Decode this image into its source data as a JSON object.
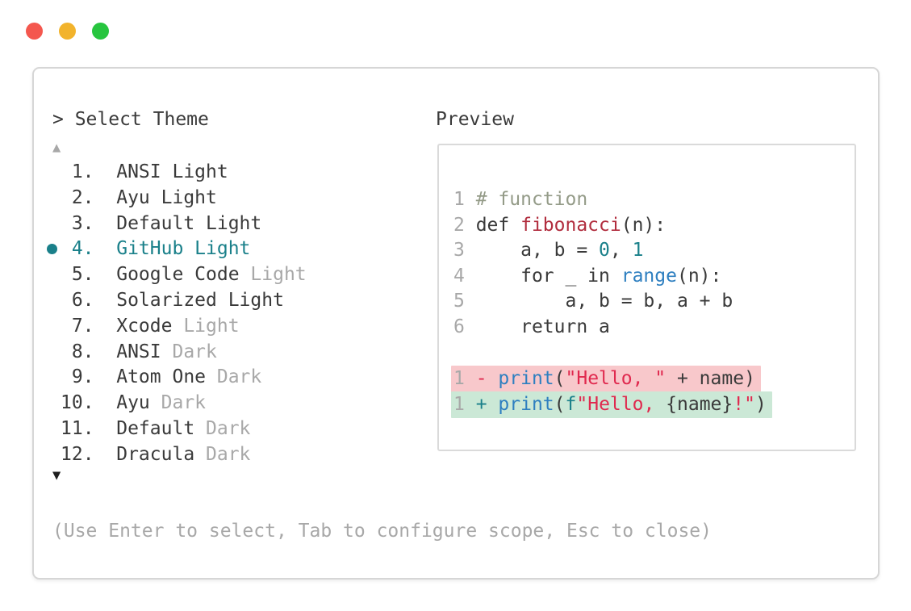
{
  "palette": {
    "traffic-red": "#f4574e",
    "traffic-yellow": "#f2b32c",
    "traffic-green": "#27c53f",
    "border": "#d6d6d6",
    "text-dark": "#3a3a3a",
    "text-muted": "#a8a8a8",
    "accent-teal": "#1a808a",
    "code-comment": "#949b88",
    "code-defname": "#b12d3e",
    "code-builtin": "#2e7fc0",
    "code-string": "#e0294e",
    "diff-del-bg": "#f8c8cb",
    "diff-add-bg": "#cbe8d6"
  },
  "theme_picker": {
    "prompt": "> Select Theme",
    "scroll_up_indicator": "▲",
    "scroll_down_indicator": "▼",
    "footer_hint": "(Use Enter to select, Tab to configure scope, Esc to close)",
    "items": [
      {
        "number": "1.",
        "name": "ANSI Light",
        "suffix": "",
        "selected": false
      },
      {
        "number": "2.",
        "name": "Ayu Light",
        "suffix": "",
        "selected": false
      },
      {
        "number": "3.",
        "name": "Default Light",
        "suffix": "",
        "selected": false
      },
      {
        "number": "4.",
        "name": "GitHub Light",
        "suffix": "",
        "selected": true
      },
      {
        "number": "5.",
        "name": "Google Code",
        "suffix": "Light",
        "selected": false
      },
      {
        "number": "6.",
        "name": "Solarized Light",
        "suffix": "",
        "selected": false
      },
      {
        "number": "7.",
        "name": "Xcode",
        "suffix": "Light",
        "selected": false
      },
      {
        "number": "8.",
        "name": "ANSI",
        "suffix": "Dark",
        "selected": false
      },
      {
        "number": "9.",
        "name": "Atom One",
        "suffix": "Dark",
        "selected": false
      },
      {
        "number": "10.",
        "name": "Ayu",
        "suffix": "Dark",
        "selected": false
      },
      {
        "number": "11.",
        "name": "Default",
        "suffix": "Dark",
        "selected": false
      },
      {
        "number": "12.",
        "name": "Dracula",
        "suffix": "Dark",
        "selected": false
      }
    ]
  },
  "preview": {
    "title": "Preview",
    "lines": [
      {
        "num": "1",
        "hl": null,
        "tokens": [
          {
            "t": "# function",
            "c": "comment"
          }
        ]
      },
      {
        "num": "2",
        "hl": null,
        "tokens": [
          {
            "t": "def ",
            "c": "txt"
          },
          {
            "t": "fibonacci",
            "c": "defname"
          },
          {
            "t": "(n):",
            "c": "txt"
          }
        ]
      },
      {
        "num": "3",
        "hl": null,
        "tokens": [
          {
            "t": "    a, b = ",
            "c": "txt"
          },
          {
            "t": "0",
            "c": "number"
          },
          {
            "t": ", ",
            "c": "txt"
          },
          {
            "t": "1",
            "c": "number"
          }
        ]
      },
      {
        "num": "4",
        "hl": null,
        "tokens": [
          {
            "t": "    for _ in ",
            "c": "txt"
          },
          {
            "t": "range",
            "c": "builtin"
          },
          {
            "t": "(n):",
            "c": "txt"
          }
        ]
      },
      {
        "num": "5",
        "hl": null,
        "tokens": [
          {
            "t": "        a, b = b, a + b",
            "c": "txt"
          }
        ]
      },
      {
        "num": "6",
        "hl": null,
        "tokens": [
          {
            "t": "    return a",
            "c": "txt"
          }
        ]
      },
      {
        "num": "",
        "hl": null,
        "tokens": []
      },
      {
        "num": "1",
        "hl": "del",
        "tokens": [
          {
            "t": "- ",
            "c": "delmark"
          },
          {
            "t": "print",
            "c": "builtin"
          },
          {
            "t": "(",
            "c": "txt"
          },
          {
            "t": "\"Hello, \"",
            "c": "str"
          },
          {
            "t": " + name)",
            "c": "txt"
          }
        ]
      },
      {
        "num": "1",
        "hl": "add",
        "tokens": [
          {
            "t": "+ ",
            "c": "addmark"
          },
          {
            "t": "print",
            "c": "builtin"
          },
          {
            "t": "(",
            "c": "txt"
          },
          {
            "t": "f",
            "c": "fprefix"
          },
          {
            "t": "\"Hello, ",
            "c": "str"
          },
          {
            "t": "{name}",
            "c": "txt"
          },
          {
            "t": "!\"",
            "c": "str"
          },
          {
            "t": ")",
            "c": "txt"
          }
        ]
      }
    ]
  }
}
